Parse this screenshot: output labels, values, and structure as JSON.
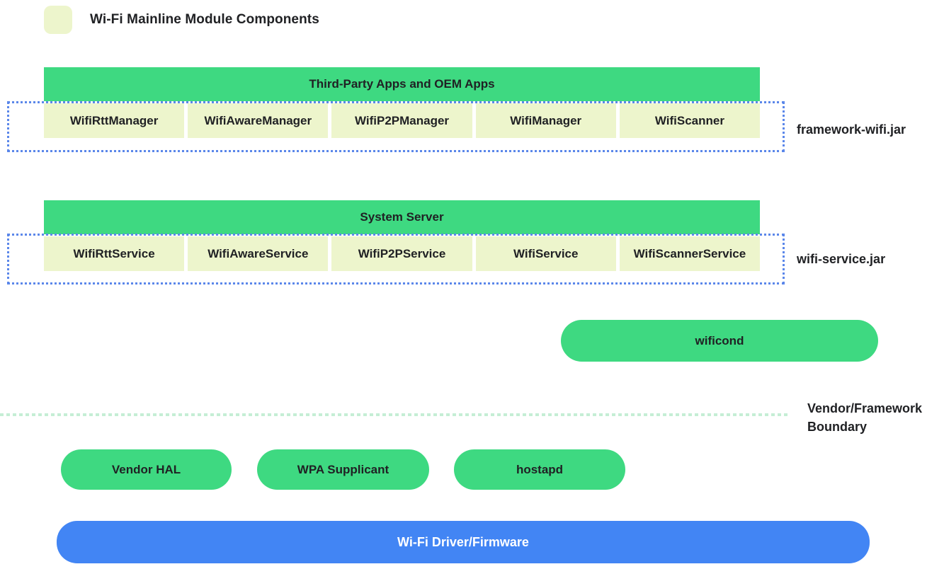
{
  "title": {
    "label": "Wi-Fi Mainline Module Components"
  },
  "framework_section": {
    "header": "Third-Party Apps and OEM Apps",
    "jar_label": "framework-wifi.jar",
    "boxes": [
      "WifiRttManager",
      "WifiAwareManager",
      "WifiP2PManager",
      "WifiManager",
      "WifiScanner"
    ]
  },
  "service_section": {
    "header": "System Server",
    "jar_label": "wifi-service.jar",
    "boxes": [
      "WifiRttService",
      "WifiAwareService",
      "WifiP2PService",
      "WifiService",
      "WifiScannerService"
    ]
  },
  "wificond": {
    "label": "wificond"
  },
  "boundary": {
    "label": "Vendor/Framework Boundary"
  },
  "vendor_pills": [
    "Vendor HAL",
    "WPA Supplicant",
    "hostapd"
  ],
  "driver": {
    "label": "Wi-Fi Driver/Firmware"
  },
  "colors": {
    "green": "#3ed981",
    "pale": "#edf5cc",
    "blue": "#4285f4",
    "dotted_blue": "#5b87ea",
    "boundary_mint": "#c5eed5",
    "text": "#202124"
  }
}
